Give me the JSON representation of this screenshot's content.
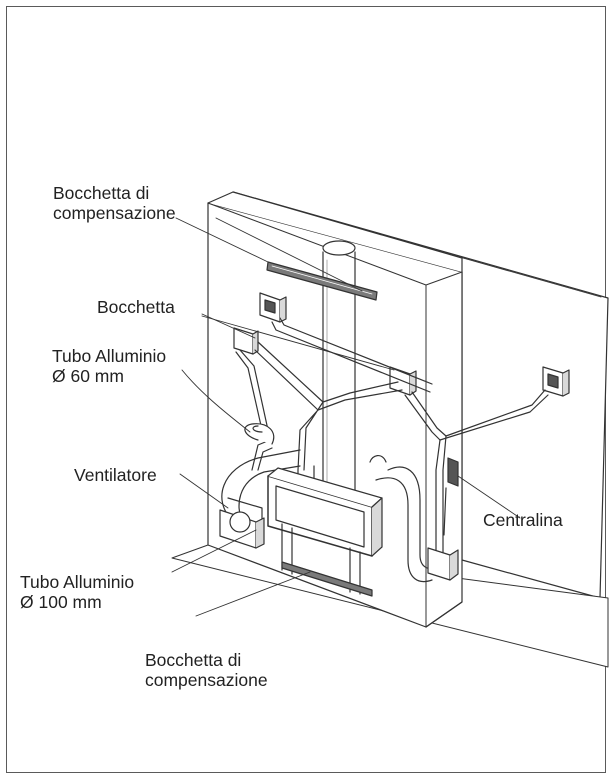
{
  "labels": {
    "bocchetta_compensazione_top": {
      "line1": "Bocchetta di",
      "line2": "compensazione"
    },
    "bocchetta": "Bocchetta",
    "tubo_60": {
      "line1": "Tubo Alluminio",
      "line2": "Ø 60 mm"
    },
    "ventilatore": "Ventilatore",
    "centralina": "Centralina",
    "tubo_100": {
      "line1": "Tubo Alluminio",
      "line2": "Ø 100 mm"
    },
    "bocchetta_compensazione_bottom": {
      "line1": "Bocchetta di",
      "line2": "compensazione"
    }
  },
  "colors": {
    "line": "#333333",
    "fill": "#ffffff",
    "shade": "#d9d9d9",
    "dark": "#555555",
    "frame": "#5a5a5a"
  }
}
